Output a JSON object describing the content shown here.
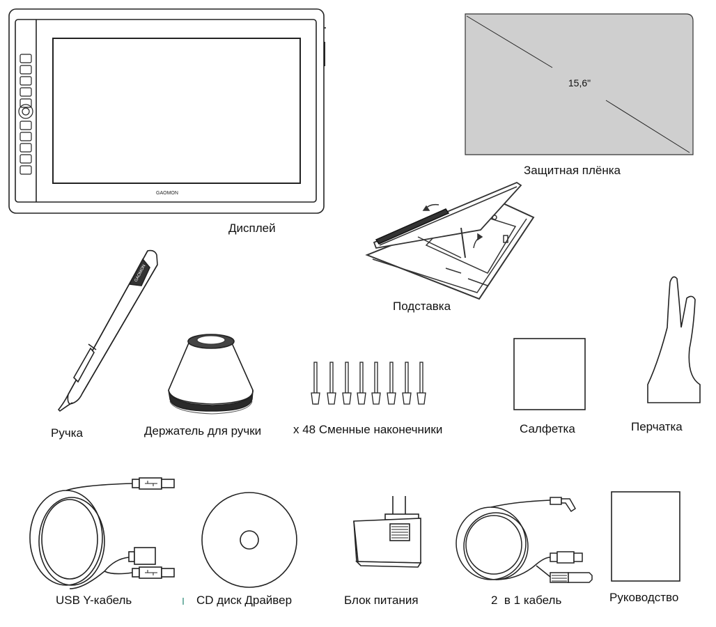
{
  "items": {
    "display": {
      "label": "Дисплей",
      "brand": "GAOMON"
    },
    "film": {
      "label": "Защитная плёнка",
      "size": "15,6\""
    },
    "stand": {
      "label": "Подставка"
    },
    "pen": {
      "label": "Ручка",
      "brand": "GAOMON"
    },
    "pen_holder": {
      "label": "Держатель для ручки"
    },
    "nibs": {
      "label": "x 48 Сменные наконечники"
    },
    "cloth": {
      "label": "Салфетка"
    },
    "glove": {
      "label": "Перчатка"
    },
    "usb_y_cable": {
      "label": "USB Y-кабель"
    },
    "cd": {
      "label": "CD диск Драйвер"
    },
    "power": {
      "label": "Блок питания"
    },
    "cable_2in1": {
      "label": "2  в 1 кабель"
    },
    "manual": {
      "label": "Руководство"
    }
  },
  "colors": {
    "line": "#222222",
    "film": "#cfcfcf",
    "light_fill": "#f4f4f4"
  }
}
